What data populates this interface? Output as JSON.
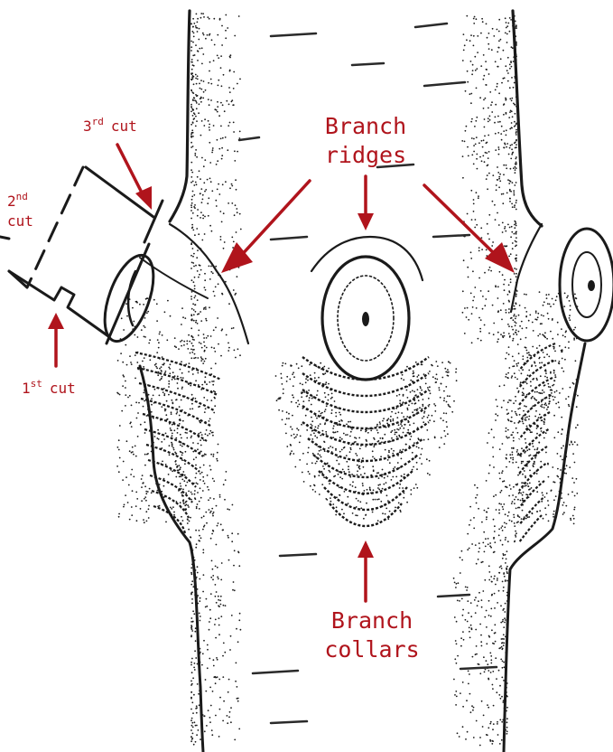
{
  "labels": {
    "branch_ridges": [
      "Branch",
      "ridges"
    ],
    "branch_collars": [
      "Branch",
      "collars"
    ],
    "cut1": {
      "num": "1",
      "sup": "st",
      "word": "cut"
    },
    "cut2": {
      "num": "2",
      "sup": "nd",
      "word": "cut"
    },
    "cut3": {
      "num": "3",
      "sup": "rd",
      "word": "cut"
    }
  },
  "colors": {
    "label": "#b0141c",
    "ink": "#1a1a1a",
    "background": "#ffffff"
  }
}
